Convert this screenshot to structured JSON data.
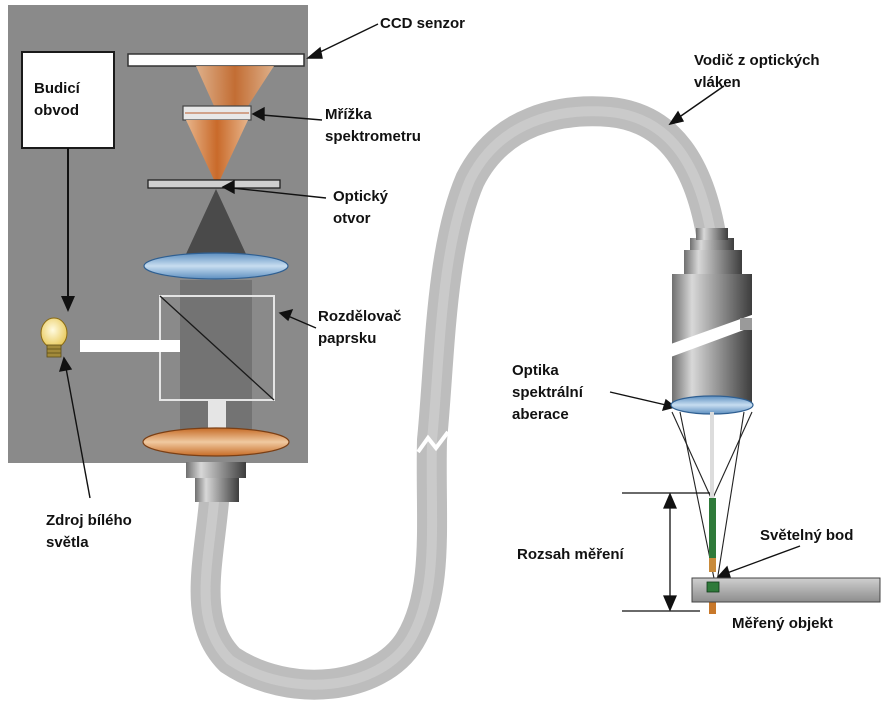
{
  "labels": {
    "ccd_sensor": "CCD senzor",
    "driver_circuit": [
      "Budicí",
      "obvod"
    ],
    "spectrometer_grating": [
      "Mřížka",
      "spektrometru"
    ],
    "optical_aperture": [
      "Optický",
      "otvor"
    ],
    "beam_splitter": [
      "Rozdělovač",
      "paprsku"
    ],
    "white_light_source": [
      "Zdroj bílého",
      "světla"
    ],
    "optical_fiber": [
      "Vodič z optických",
      "vláken"
    ],
    "chromatic_aberration_optics": [
      "Optika",
      "spektrální",
      "aberace"
    ],
    "light_spot": "Světelný bod",
    "measuring_range": "Rozsah měření",
    "measured_object": "Měřený objekt"
  },
  "colors": {
    "housing": "#8a8a8a",
    "fiber": "#b9b9b9",
    "lens": "#8fb6d8",
    "orange_light": "#d98a4a",
    "green_beam": "#2f7a3a"
  },
  "icons": [
    "light-bulb-icon"
  ]
}
